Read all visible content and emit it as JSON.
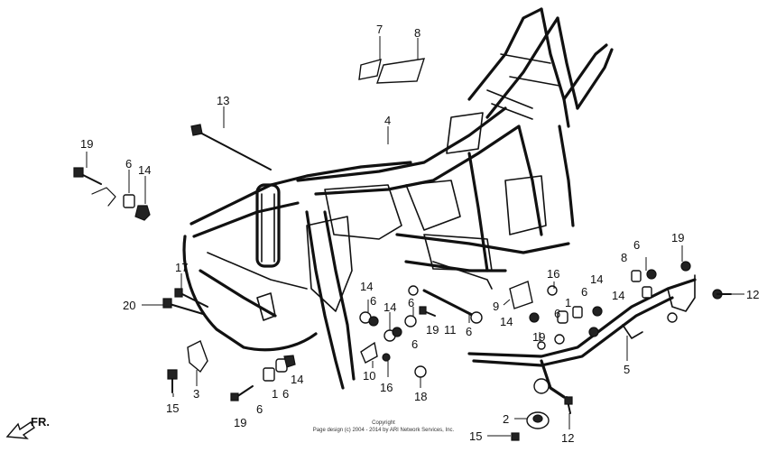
{
  "diagram": {
    "callouts": [
      "19",
      "6",
      "14",
      "13",
      "7",
      "8",
      "4",
      "17",
      "20",
      "15",
      "3",
      "19",
      "6",
      "1",
      "6",
      "14",
      "14",
      "6",
      "14",
      "6",
      "19",
      "11",
      "6",
      "10",
      "16",
      "18",
      "9",
      "14",
      "16",
      "1",
      "6",
      "14",
      "8",
      "6",
      "19",
      "12",
      "14",
      "19",
      "5",
      "2",
      "15",
      "12",
      "6",
      "6"
    ],
    "direction_label": "FR.",
    "copyright_line1": "Copyright",
    "copyright_line2": "Page design (c) 2004 - 2014 by ARI Network Services, Inc."
  }
}
